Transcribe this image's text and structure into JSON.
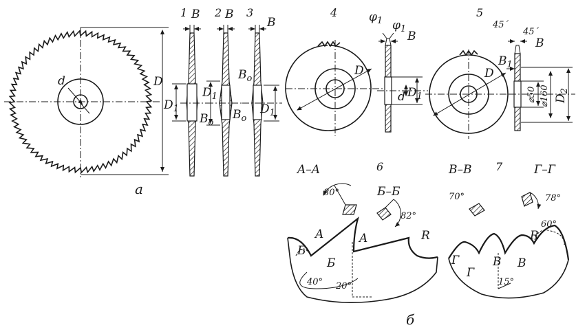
{
  "labels": {
    "d": "d",
    "D": "D",
    "caption_a": "а",
    "caption_b": "б",
    "n1": "1",
    "n2": "2",
    "n3": "3",
    "n4": "4",
    "n5": "5",
    "n6": "6",
    "n7": "7",
    "B": "B",
    "B0": "B",
    "B0_sub": "o",
    "B1": "B",
    "B1_sub": "1",
    "D1": "D",
    "D1_sub": "1",
    "D2": "D",
    "D2_sub": "2",
    "phi": "φ",
    "phi_sub": "1",
    "deg45": "45´",
    "dia50": "⌀50",
    "dia160": "⌀160",
    "secAA": "A–A",
    "secBB": "Б–Б",
    "secVV": "B–B",
    "secGG": "Г–Г",
    "a80": "80°",
    "a82": "82°",
    "a70": "70°",
    "a78": "78°",
    "a60": "60°",
    "a40": "40°",
    "a20": "20°",
    "a15": "15°",
    "R": "R",
    "A": "A",
    "Bcyr": "Б",
    "Vcyr": "B",
    "Gcyr": "Г"
  }
}
